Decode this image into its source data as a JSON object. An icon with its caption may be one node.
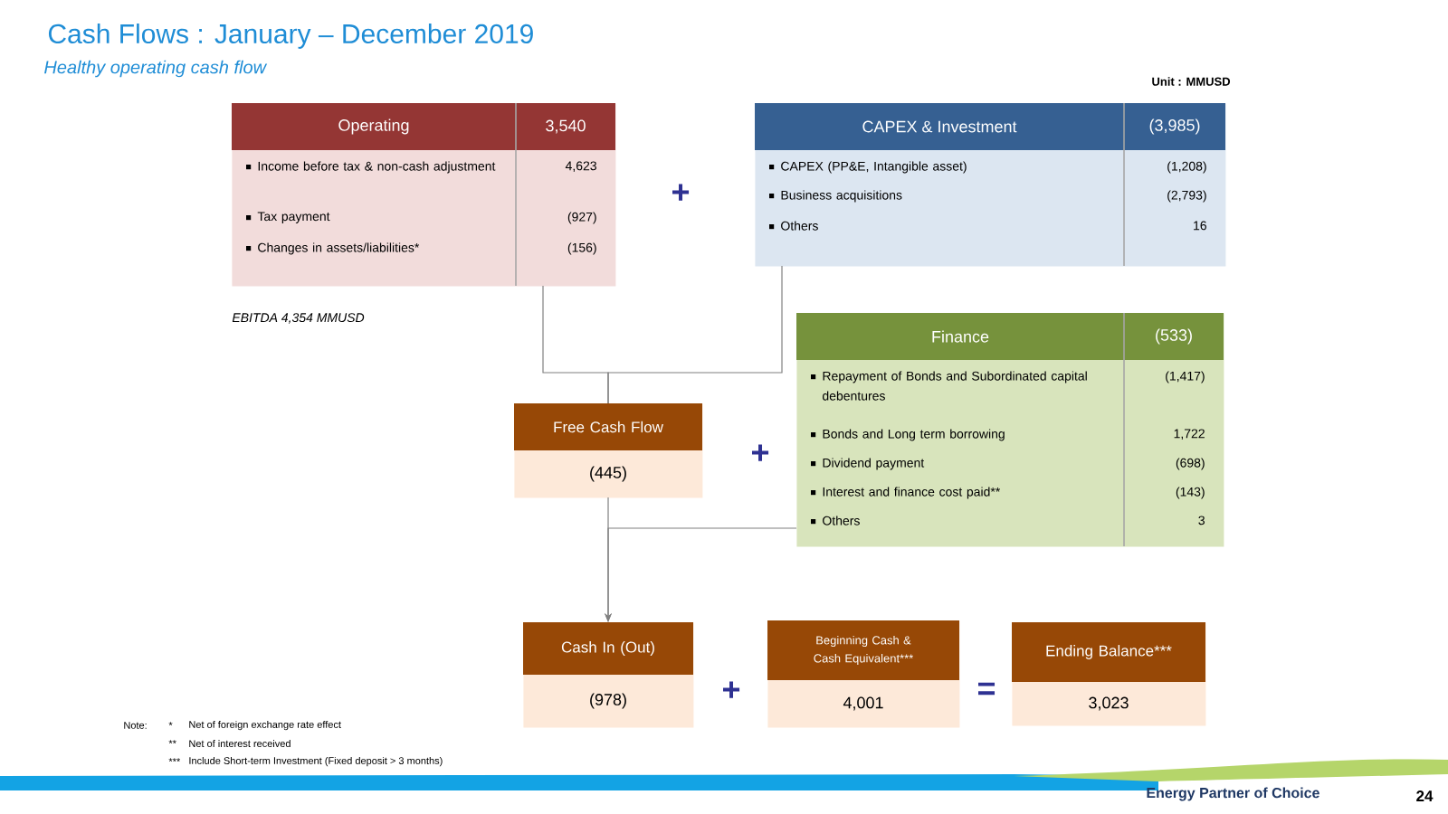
{
  "diagram": {
    "title": "Cash Flows : January – December 2019",
    "nodes": [
      {
        "text": [
          "Operating",
          "3,540",
          "Income before tax & non-cash adjustment",
          "4,623",
          "Tax payment",
          "(927)",
          "Changes in assets/liabilities*",
          "(156)"
        ]
      },
      {
        "text": [
          "CAPEX & Investment",
          "(3,985)",
          "CAPEX (PP&E, Intangible asset)",
          "(1,208)",
          "Business acquisitions",
          "(2,793)",
          "Others",
          "16"
        ]
      },
      {
        "text": [
          "Finance",
          "(533)",
          "Repayment of Bonds and Subordinated capital debentures",
          "(1,417)",
          "Bonds and Long term borrowing",
          "1,722",
          "Dividend payment",
          "(698)",
          "Interest and finance cost paid**",
          "(143)",
          "Others",
          "3"
        ]
      },
      {
        "text": [
          "Free Cash Flow",
          "(445)"
        ]
      },
      {
        "text": [
          "Cash In (Out)",
          "(978)"
        ]
      },
      {
        "text": [
          "Beginning Cash & Cash Equivalent***",
          "4,001"
        ]
      },
      {
        "text": [
          "Ending Balance***",
          "3,023"
        ]
      }
    ],
    "edges": [
      {
        "from": 0,
        "to": 3,
        "arrow": "none"
      },
      {
        "from": 1,
        "to": 3,
        "arrow": "none"
      },
      {
        "from": 3,
        "to": 4,
        "arrow": "to"
      },
      {
        "from": 2,
        "to": 4,
        "arrow": "to"
      }
    ],
    "labels": [
      "Healthy operating cash flow",
      "Unit : MMUSD",
      "+",
      "EBITDA 4,354 MMUSD",
      "+",
      "+",
      "=",
      "Note:",
      "*",
      "Net of foreign exchange rate effect",
      "**",
      "Net of interest received",
      "***",
      "Include Short-term Investment (Fixed deposit > 3 months)",
      "Energy Partner of Choice",
      "24"
    ]
  }
}
